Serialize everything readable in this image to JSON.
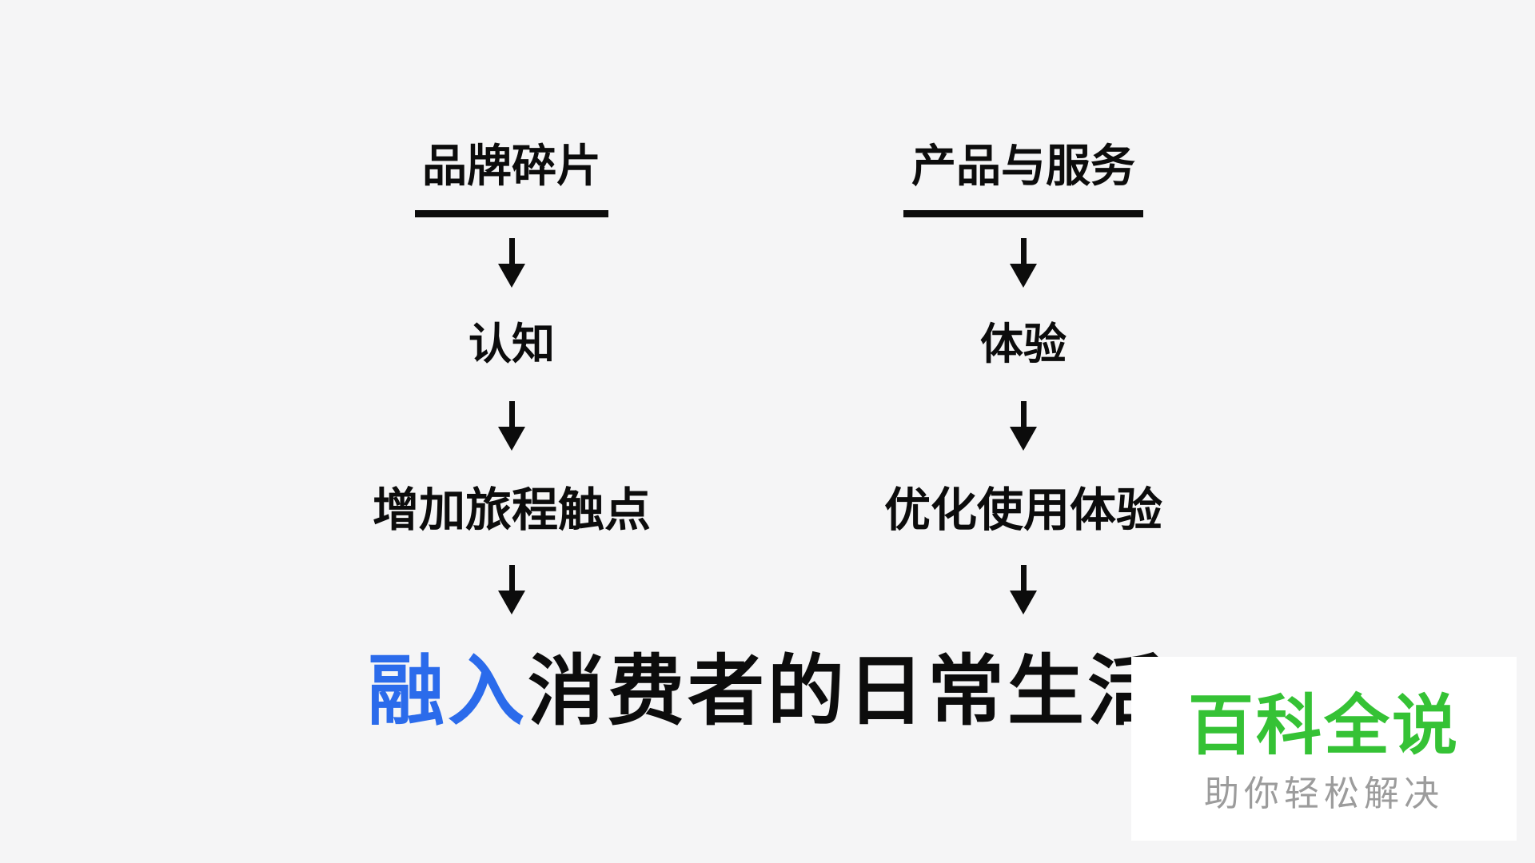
{
  "canvas": {
    "background_color": "#f5f5f6",
    "text_color": "#0c0c0c",
    "accent_blue": "#2b6beb"
  },
  "columns": [
    {
      "id": "brand",
      "header": "品牌碎片",
      "steps": [
        "认知",
        "增加旅程触点"
      ]
    },
    {
      "id": "product",
      "header": "产品与服务",
      "steps": [
        "体验",
        "优化使用体验"
      ]
    }
  ],
  "conclusion": {
    "highlight": "融入",
    "rest": "消费者的日常生活"
  },
  "watermark": {
    "title": "百科全说",
    "subtitle": "助你轻松解决",
    "title_color": "#35c235",
    "subtitle_color": "#9c9c9c",
    "background_color": "#ffffff"
  }
}
